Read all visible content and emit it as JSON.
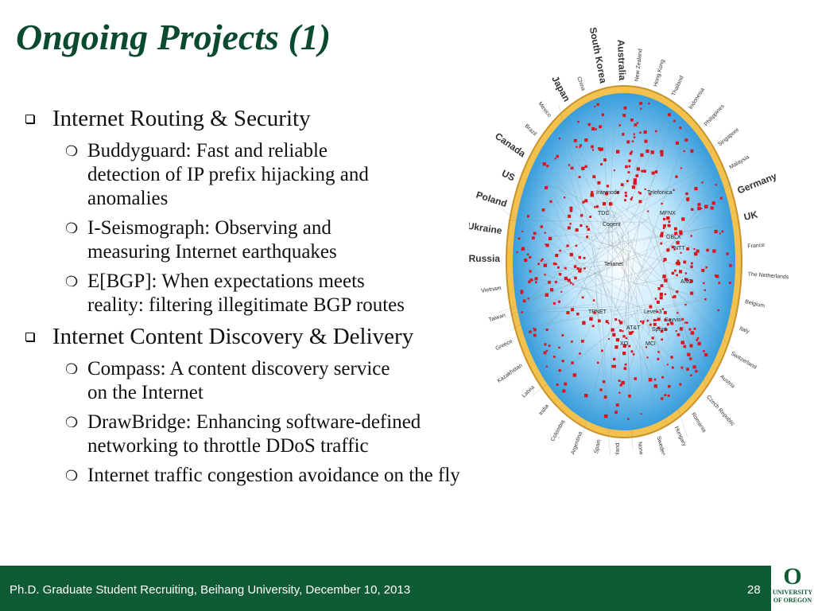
{
  "slide": {
    "title": "Ongoing Projects (1)",
    "sections": [
      {
        "heading": "Internet Routing & Security",
        "items": [
          {
            "lines": [
              "Buddyguard: Fast and reliable",
              "detection of IP prefix hijacking and",
              "anomalies"
            ]
          },
          {
            "lines": [
              "I-Seismograph: Observing and",
              "measuring Internet earthquakes"
            ]
          },
          {
            "lines": [
              "E[BGP]:  When expectations meets",
              "reality: filtering illegitimate BGP routes"
            ]
          }
        ]
      },
      {
        "heading": "Internet Content Discovery & Delivery",
        "items": [
          {
            "lines": [
              "Compass: A content discovery service",
              "on the Internet"
            ]
          },
          {
            "lines": [
              "DrawBridge: Enhancing software-defined",
              "networking to throttle DDoS traffic"
            ]
          },
          {
            "lines": [
              "Internet traffic congestion avoidance on the fly"
            ]
          }
        ]
      }
    ]
  },
  "visualization": {
    "center_labels": [
      "Internode",
      "TDC",
      "Cogent",
      "Telefonica",
      "MFNX",
      "GBLX",
      "NTT",
      "Telianet",
      "ANC",
      "TPNET",
      "Level 3",
      "AT&T",
      "Savvis",
      "Sprint",
      "XO",
      "MCI"
    ],
    "outer_labels": [
      "Russia",
      "Ukraine",
      "Poland",
      "US",
      "Canada",
      "Brazil",
      "Mexico",
      "Japan",
      "China",
      "South Korea",
      "Australia",
      "New Zealand",
      "Hong Kong",
      "Thailand",
      "Indonesia",
      "Philippines",
      "Singapore",
      "Malaysia",
      "Germany",
      "UK",
      "France",
      "The Netherlands",
      "Belgium",
      "Italy",
      "Switzerland",
      "Austria",
      "Czech Republic",
      "Romania",
      "Hungary",
      "Sweden",
      "Norway",
      "Finland",
      "Spain",
      "Argentina",
      "Colombia",
      "India",
      "Latvia",
      "Kazakhstan",
      "Greece",
      "Taiwan",
      "Vietnam"
    ]
  },
  "footer": {
    "text": "Ph.D. Graduate Student Recruiting, Beihang University, December 10, 2013",
    "page_number": "28",
    "logo_text_line1": "UNIVERSITY",
    "logo_text_line2": "OF OREGON"
  },
  "colors": {
    "title": "#0a4a2e",
    "footer_bg": "#0f5b35",
    "ring": "#f2c14e",
    "globe": "#3aa9e6",
    "dots": "#d9161c"
  }
}
